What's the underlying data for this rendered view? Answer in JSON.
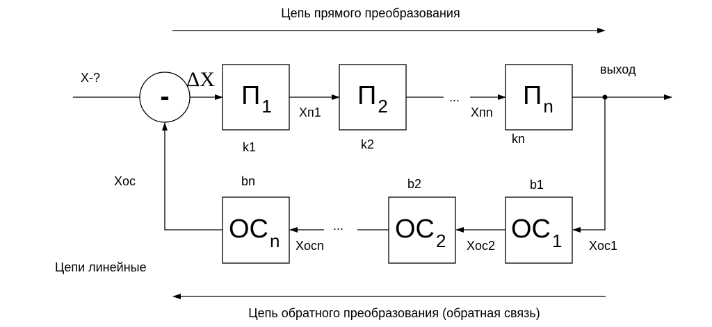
{
  "title_forward": "Цепь прямого преобразования",
  "title_feedback": "Цепь обратного преобразования (обратная связь)",
  "linear_note": "Цепи линейные",
  "input_label": "X-?",
  "output_label": "выход",
  "comparator_sign": "-",
  "delta_label": "ΔX",
  "feedback_signal_label": "Xoc",
  "forward_blocks": [
    {
      "main": "П",
      "sub": "1",
      "coef": "k1",
      "out_signal": "Xп1"
    },
    {
      "main": "П",
      "sub": "2",
      "coef": "k2",
      "out_signal": ""
    },
    {
      "main": "П",
      "sub": "n",
      "coef": "kn",
      "in_signal": "Xпn"
    }
  ],
  "feedback_blocks": [
    {
      "main": "OC",
      "sub": "1",
      "coef": "b1",
      "in_signal": "Xoc1"
    },
    {
      "main": "OC",
      "sub": "2",
      "coef": "b2",
      "out_signal": "Xoc2"
    },
    {
      "main": "OC",
      "sub": "n",
      "coef": "bn",
      "out_signal": "Xocn"
    }
  ],
  "ellipsis": "..."
}
